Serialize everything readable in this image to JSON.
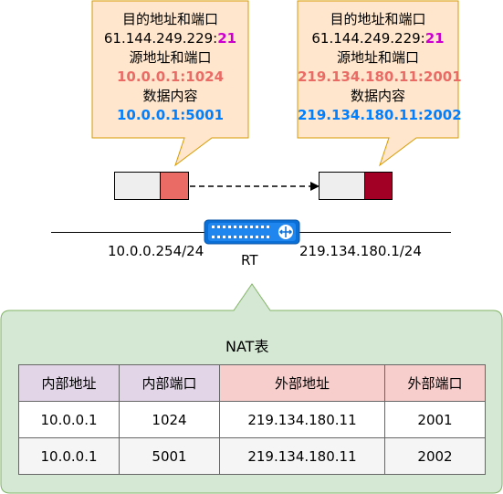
{
  "colors": {
    "callout_fill": "#ffe6cc",
    "callout_stroke": "#d79b00",
    "port_dst": "#cc00cc",
    "src_addr": "#ea6b66",
    "payload": "#007fff",
    "packet_left_src": "#ea6b66",
    "packet_right_src": "#a20025",
    "nat_panel_fill": "#d5e8d4",
    "nat_panel_stroke": "#82b366",
    "router": "#0b6fd8"
  },
  "left_callout": {
    "dst_label": "目的地址和端口",
    "dst_ip": "61.144.249.229:",
    "dst_port": "21",
    "src_label": "源地址和端口",
    "src_value": "10.0.0.1:1024",
    "payload_label": "数据内容",
    "payload_value": "10.0.0.1:5001"
  },
  "right_callout": {
    "dst_label": "目的地址和端口",
    "dst_ip": "61.144.249.229:",
    "dst_port": "21",
    "src_label": "源地址和端口",
    "src_value": "219.134.180.11:2001",
    "payload_label": "数据内容",
    "payload_value": "219.134.180.11:2002"
  },
  "router": {
    "name": "RT",
    "inside_ip": "10.0.0.254/24",
    "outside_ip": "219.134.180.1/24",
    "icon": "router-icon"
  },
  "nat_table": {
    "title": "NAT表",
    "headers": [
      "内部地址",
      "内部端口",
      "外部地址",
      "外部端口"
    ],
    "rows": [
      [
        "10.0.0.1",
        "1024",
        "219.134.180.11",
        "2001"
      ],
      [
        "10.0.0.1",
        "5001",
        "219.134.180.11",
        "2002"
      ]
    ]
  }
}
